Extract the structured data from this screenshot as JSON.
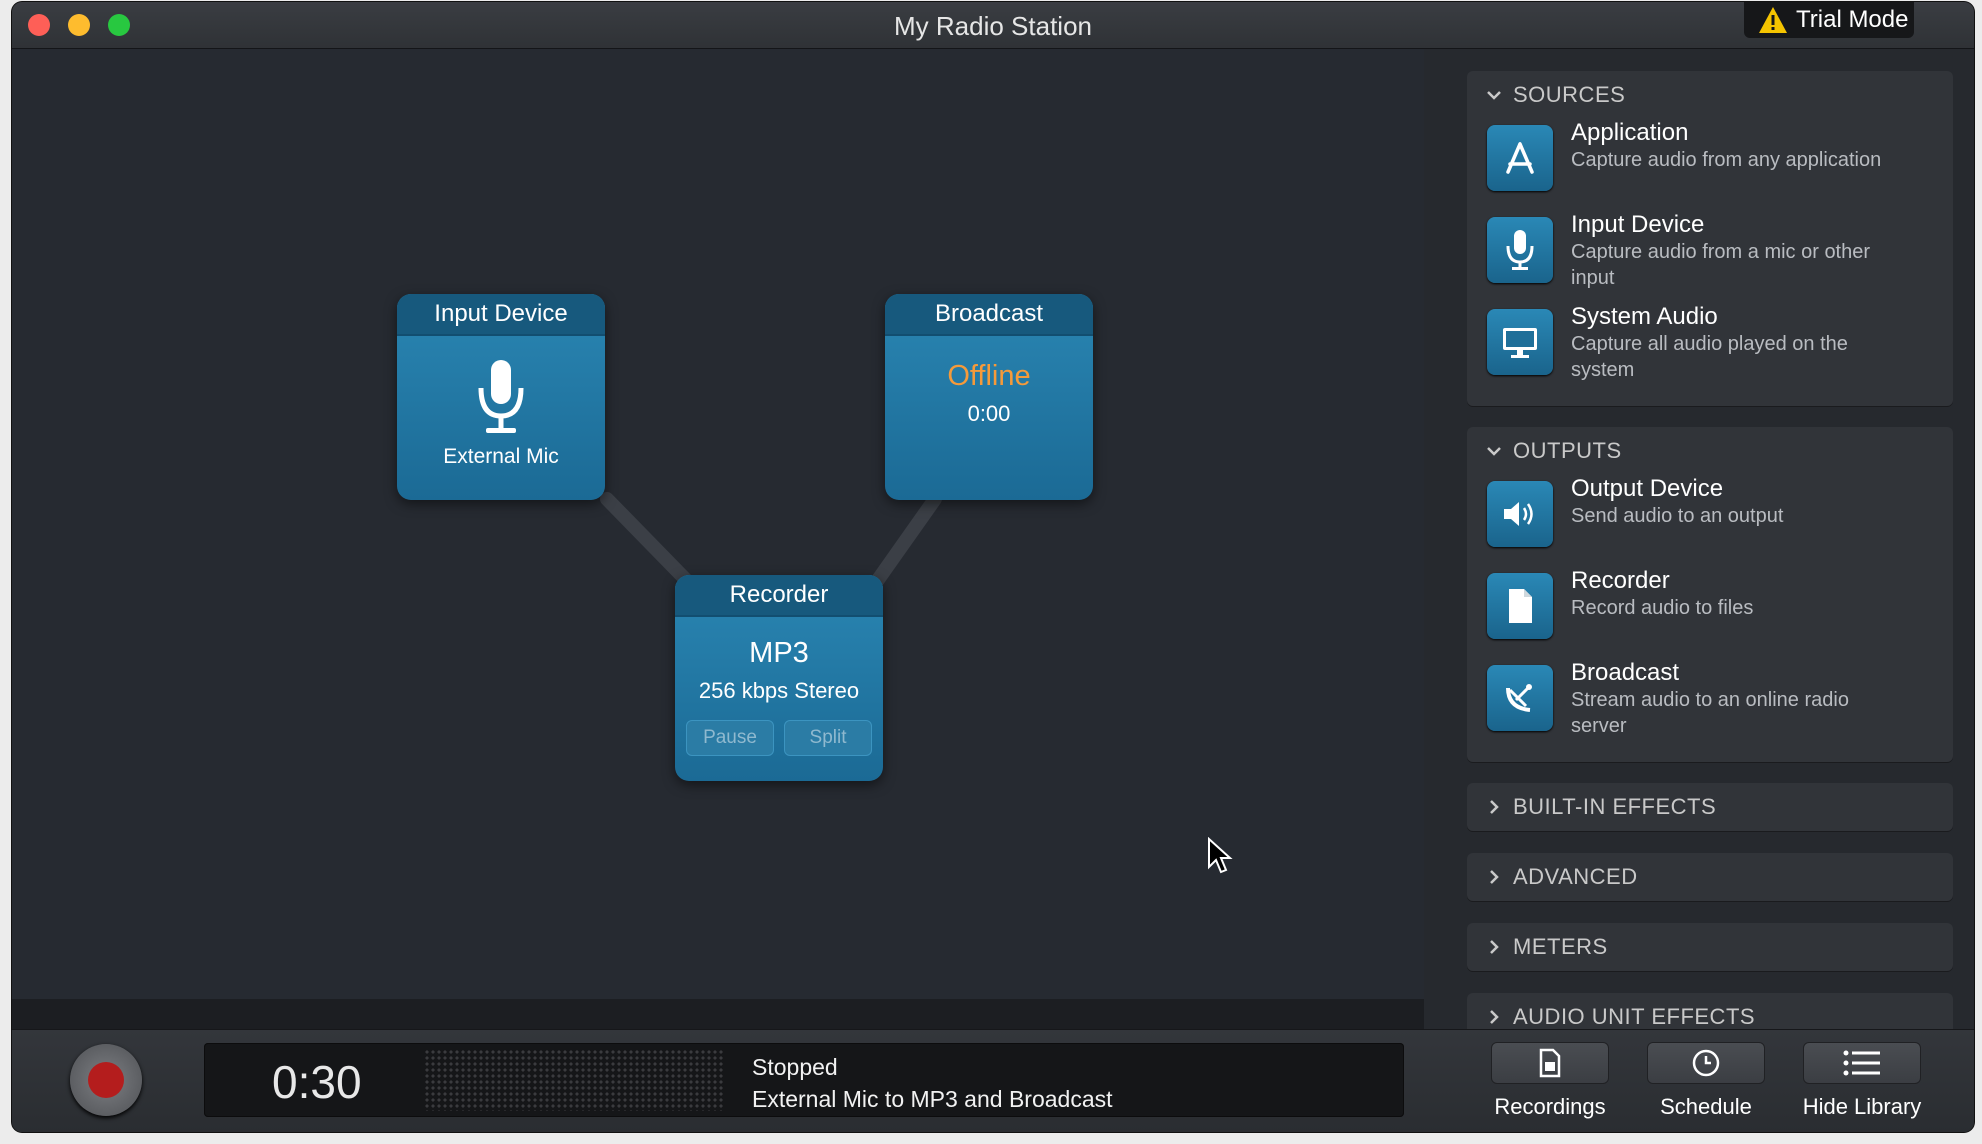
{
  "window": {
    "title": "My Radio Station",
    "trial_label": "Trial Mode"
  },
  "nodes": {
    "input": {
      "header": "Input Device",
      "label": "External Mic"
    },
    "broadcast": {
      "header": "Broadcast",
      "status": "Offline",
      "time": "0:00"
    },
    "recorder": {
      "header": "Recorder",
      "format": "MP3",
      "quality": "256 kbps Stereo",
      "pause": "Pause",
      "split": "Split"
    }
  },
  "sidebar": {
    "sources": {
      "title": "SOURCES",
      "items": [
        {
          "title": "Application",
          "desc": "Capture audio from any application",
          "icon": "app-store-icon"
        },
        {
          "title": "Input Device",
          "desc": "Capture audio from a mic or other input",
          "icon": "microphone-icon"
        },
        {
          "title": "System Audio",
          "desc": "Capture all audio played on the system",
          "icon": "monitor-icon"
        }
      ]
    },
    "outputs": {
      "title": "OUTPUTS",
      "items": [
        {
          "title": "Output Device",
          "desc": "Send audio to an output",
          "icon": "speaker-icon"
        },
        {
          "title": "Recorder",
          "desc": "Record audio to files",
          "icon": "document-icon"
        },
        {
          "title": "Broadcast",
          "desc": "Stream audio to an online radio server",
          "icon": "satellite-dish-icon"
        }
      ]
    },
    "collapsed": [
      "BUILT-IN EFFECTS",
      "ADVANCED",
      "METERS",
      "AUDIO UNIT EFFECTS"
    ]
  },
  "footer": {
    "time": "0:30",
    "status_line1": "Stopped",
    "status_line2": "External Mic to MP3 and Broadcast",
    "buttons": {
      "recordings": "Recordings",
      "schedule": "Schedule",
      "hide_library": "Hide Library"
    }
  },
  "colors": {
    "accent": "#2a86b3",
    "offline": "#f59a3a",
    "record": "#b41d1d"
  }
}
